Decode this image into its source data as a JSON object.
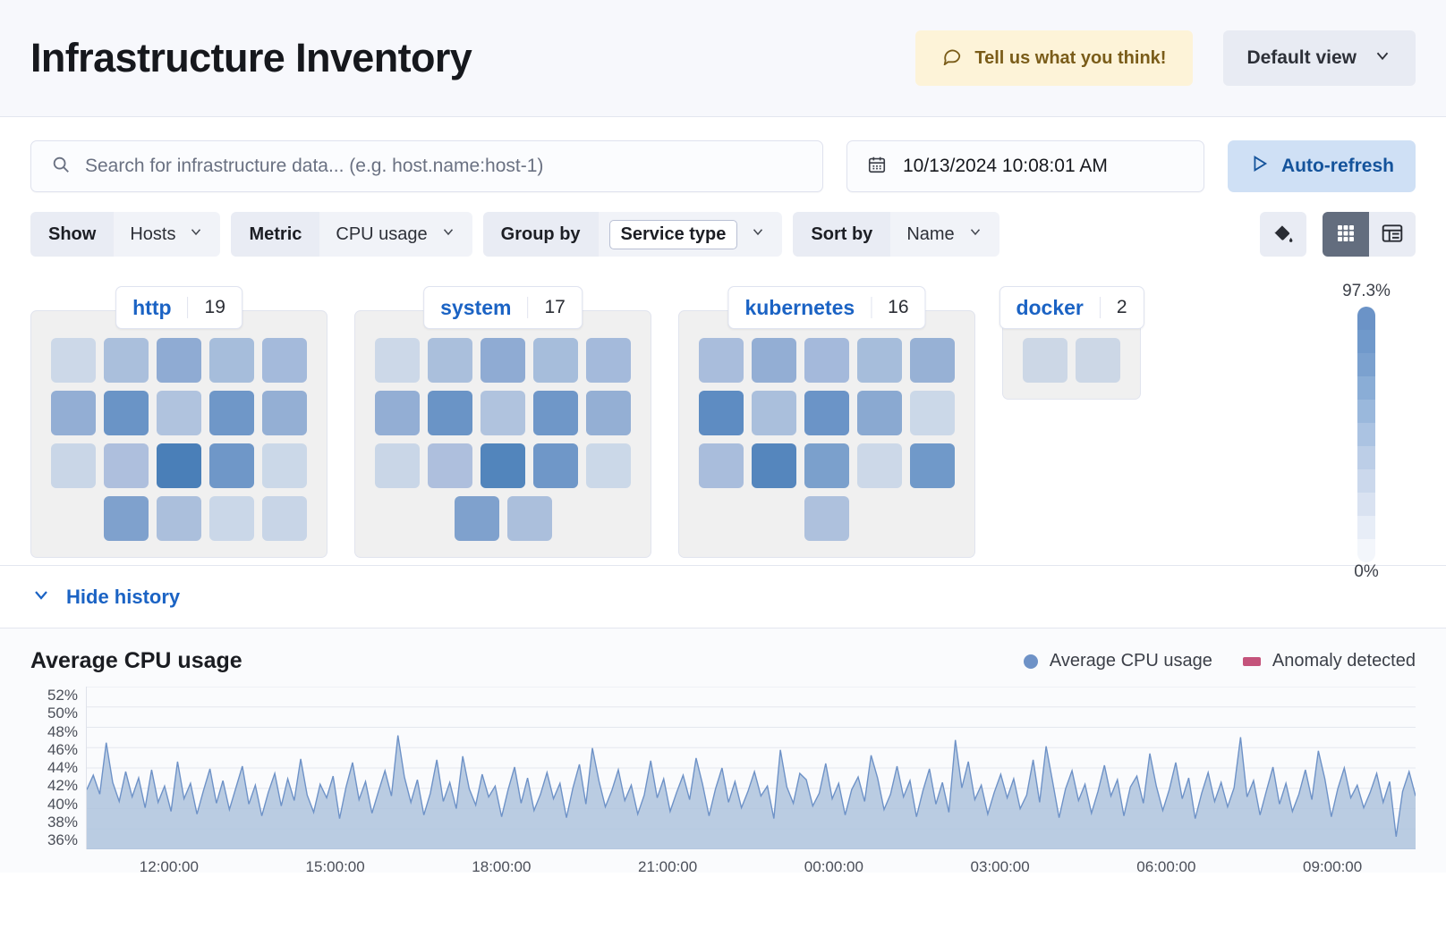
{
  "header": {
    "title": "Infrastructure Inventory",
    "feedback_label": "Tell us what you think!",
    "feedback_icon": "comment-icon",
    "view_selector_label": "Default view",
    "view_selector_icon": "chevron-down-icon"
  },
  "search": {
    "placeholder": "Search for infrastructure data... (e.g. host.name:host-1)",
    "icon": "search-icon",
    "date_value": "10/13/2024 10:08:01 AM",
    "date_icon": "calendar-icon",
    "auto_refresh_label": "Auto-refresh",
    "auto_refresh_icon": "play-icon"
  },
  "filters": [
    {
      "label": "Show",
      "value": "Hosts",
      "boxed": false,
      "icon": "chevron-down-icon"
    },
    {
      "label": "Metric",
      "value": "CPU usage",
      "boxed": false,
      "icon": "chevron-down-icon"
    },
    {
      "label": "Group by",
      "value": "Service type",
      "boxed": true,
      "icon": "chevron-down-icon"
    },
    {
      "label": "Sort by",
      "value": "Name",
      "boxed": false,
      "icon": "chevron-down-icon"
    }
  ],
  "view_controls": {
    "palette_icon": "paint-bucket-icon",
    "grid_icon": "grid-view-icon",
    "table_icon": "table-view-icon",
    "active_view": "grid"
  },
  "heatmap": {
    "legend": {
      "max_label": "97.3%",
      "min_label": "0%"
    },
    "color_scale": [
      "#6b93c7",
      "#7099cb",
      "#7ba1cf",
      "#8aadd6",
      "#9ab8dc",
      "#abc3e2",
      "#bccee7",
      "#cbd8ec",
      "#d9e2f1",
      "#e7edf7",
      "#f3f6fb"
    ],
    "groups": [
      {
        "name": "http",
        "count": "19",
        "rows": [
          {
            "align": "left",
            "tiles": [
              "#ccd8e8",
              "#aabfdc",
              "#8fabd3",
              "#a6bddb",
              "#a4badb"
            ]
          },
          {
            "align": "left",
            "tiles": [
              "#93aed4",
              "#6a94c6",
              "#b0c3de",
              "#6f97c8",
              "#94afd4"
            ]
          },
          {
            "align": "left",
            "tiles": [
              "#c9d6e7",
              "#aebfdd",
              "#4a7fb8",
              "#6f97c8",
              "#cbd8e8"
            ]
          },
          {
            "align": "right",
            "tiles": [
              "#7fa1cd",
              "#abbfdc",
              "#cad7e8",
              "#c8d5e7"
            ]
          }
        ]
      },
      {
        "name": "system",
        "count": "17",
        "rows": [
          {
            "align": "left",
            "tiles": [
              "#ccd8e8",
              "#aabfdc",
              "#8fabd3",
              "#a6bddb",
              "#a4badb"
            ]
          },
          {
            "align": "left",
            "tiles": [
              "#93aed4",
              "#6a94c6",
              "#b0c3de",
              "#6f97c8",
              "#94afd4"
            ]
          },
          {
            "align": "left",
            "tiles": [
              "#c9d6e7",
              "#aebfdd",
              "#5285bc",
              "#6f97c8",
              "#cbd8e8"
            ]
          },
          {
            "align": "center",
            "tiles": [
              "#7fa1cd",
              "#abbfdc"
            ]
          }
        ]
      },
      {
        "name": "kubernetes",
        "count": "16",
        "rows": [
          {
            "align": "left",
            "tiles": [
              "#a9bddc",
              "#93aed4",
              "#a4b9db",
              "#a6bddb",
              "#97b1d5"
            ]
          },
          {
            "align": "left",
            "tiles": [
              "#5e8cc2",
              "#aabfdc",
              "#6b94c7",
              "#8aa9d1",
              "#cbd8e8"
            ]
          },
          {
            "align": "left",
            "tiles": [
              "#a9bddc",
              "#5586bd",
              "#7ba0cc",
              "#ccd8e8",
              "#7099c9"
            ]
          },
          {
            "align": "center",
            "tiles": [
              "#aec1dd"
            ]
          }
        ]
      },
      {
        "name": "docker",
        "count": "2",
        "rows": [
          {
            "align": "center",
            "tiles": [
              "#ccd7e6",
              "#ccd7e6"
            ]
          }
        ]
      }
    ]
  },
  "history": {
    "toggle_label": "Hide history",
    "toggle_icon": "chevron-down-icon"
  },
  "chart_data": {
    "type": "area",
    "title": "Average CPU usage",
    "xlabel": "",
    "ylabel": "",
    "grid": true,
    "legend_position": "top-right",
    "legend": [
      {
        "name": "Average CPU usage",
        "color": "#6e92c7",
        "marker": "dot"
      },
      {
        "name": "Anomaly detected",
        "color": "#c4537b",
        "marker": "square"
      }
    ],
    "ylim": [
      35,
      53
    ],
    "yticks": [
      "52%",
      "50%",
      "48%",
      "46%",
      "44%",
      "42%",
      "40%",
      "38%",
      "36%"
    ],
    "xticks": [
      "12:00:00",
      "15:00:00",
      "18:00:00",
      "21:00:00",
      "00:00:00",
      "03:00:00",
      "06:00:00",
      "09:00:00"
    ],
    "series": [
      {
        "name": "Average CPU usage",
        "color": "#6e92c7",
        "values": [
          41.6,
          43.2,
          41.1,
          46.8,
          42.4,
          40.3,
          43.6,
          40.8,
          42.9,
          39.6,
          43.8,
          40.2,
          42.0,
          39.2,
          44.7,
          40.6,
          42.3,
          38.9,
          41.5,
          43.9,
          40.1,
          42.6,
          39.4,
          41.8,
          44.2,
          40.0,
          42.1,
          38.7,
          41.3,
          43.4,
          39.8,
          42.8,
          40.4,
          45.0,
          41.0,
          39.1,
          42.2,
          40.7,
          43.1,
          38.4,
          41.9,
          44.6,
          40.5,
          42.5,
          39.0,
          41.4,
          43.7,
          40.9,
          47.6,
          43.0,
          40.2,
          42.7,
          38.8,
          41.2,
          44.9,
          40.3,
          42.4,
          39.5,
          45.3,
          41.7,
          39.9,
          43.3,
          40.8,
          42.0,
          38.6,
          41.6,
          44.1,
          40.1,
          42.9,
          39.3,
          41.1,
          43.5,
          40.6,
          42.3,
          38.5,
          41.8,
          44.4,
          40.0,
          46.2,
          42.6,
          39.7,
          41.5,
          43.8,
          40.4,
          42.1,
          38.9,
          41.0,
          44.8,
          40.7,
          42.8,
          39.2,
          41.3,
          43.2,
          40.5,
          45.1,
          42.2,
          38.7,
          41.7,
          44.0,
          40.2,
          42.5,
          39.6,
          41.4,
          43.6,
          40.9,
          42.0,
          38.4,
          46.0,
          41.9,
          40.1,
          43.4,
          42.7,
          39.8,
          41.2,
          44.5,
          40.6,
          42.3,
          38.8,
          41.6,
          43.0,
          40.3,
          45.4,
          42.9,
          39.4,
          41.1,
          44.2,
          40.8,
          42.6,
          38.6,
          41.5,
          43.9,
          40.0,
          42.4,
          39.1,
          47.1,
          41.8,
          44.7,
          40.5,
          42.1,
          38.9,
          41.3,
          43.3,
          40.7,
          42.8,
          39.5,
          41.0,
          44.9,
          40.2,
          46.4,
          42.5,
          38.5,
          41.7,
          43.7,
          40.4,
          42.2,
          39.0,
          41.4,
          44.3,
          40.9,
          42.7,
          38.7,
          41.9,
          43.1,
          40.1,
          45.6,
          42.0,
          39.3,
          41.6,
          44.6,
          40.6,
          42.9,
          38.4,
          41.2,
          43.5,
          40.3,
          42.4,
          39.7,
          41.8,
          47.4,
          40.8,
          42.6,
          38.8,
          41.5,
          44.1,
          40.0,
          42.3,
          39.2,
          41.1,
          43.8,
          40.5,
          45.9,
          42.8,
          38.6,
          41.7,
          44.0,
          40.7,
          42.1,
          39.6,
          41.3,
          43.4,
          40.2,
          42.5,
          36.4,
          41.4,
          43.6,
          40.9
        ]
      }
    ]
  }
}
